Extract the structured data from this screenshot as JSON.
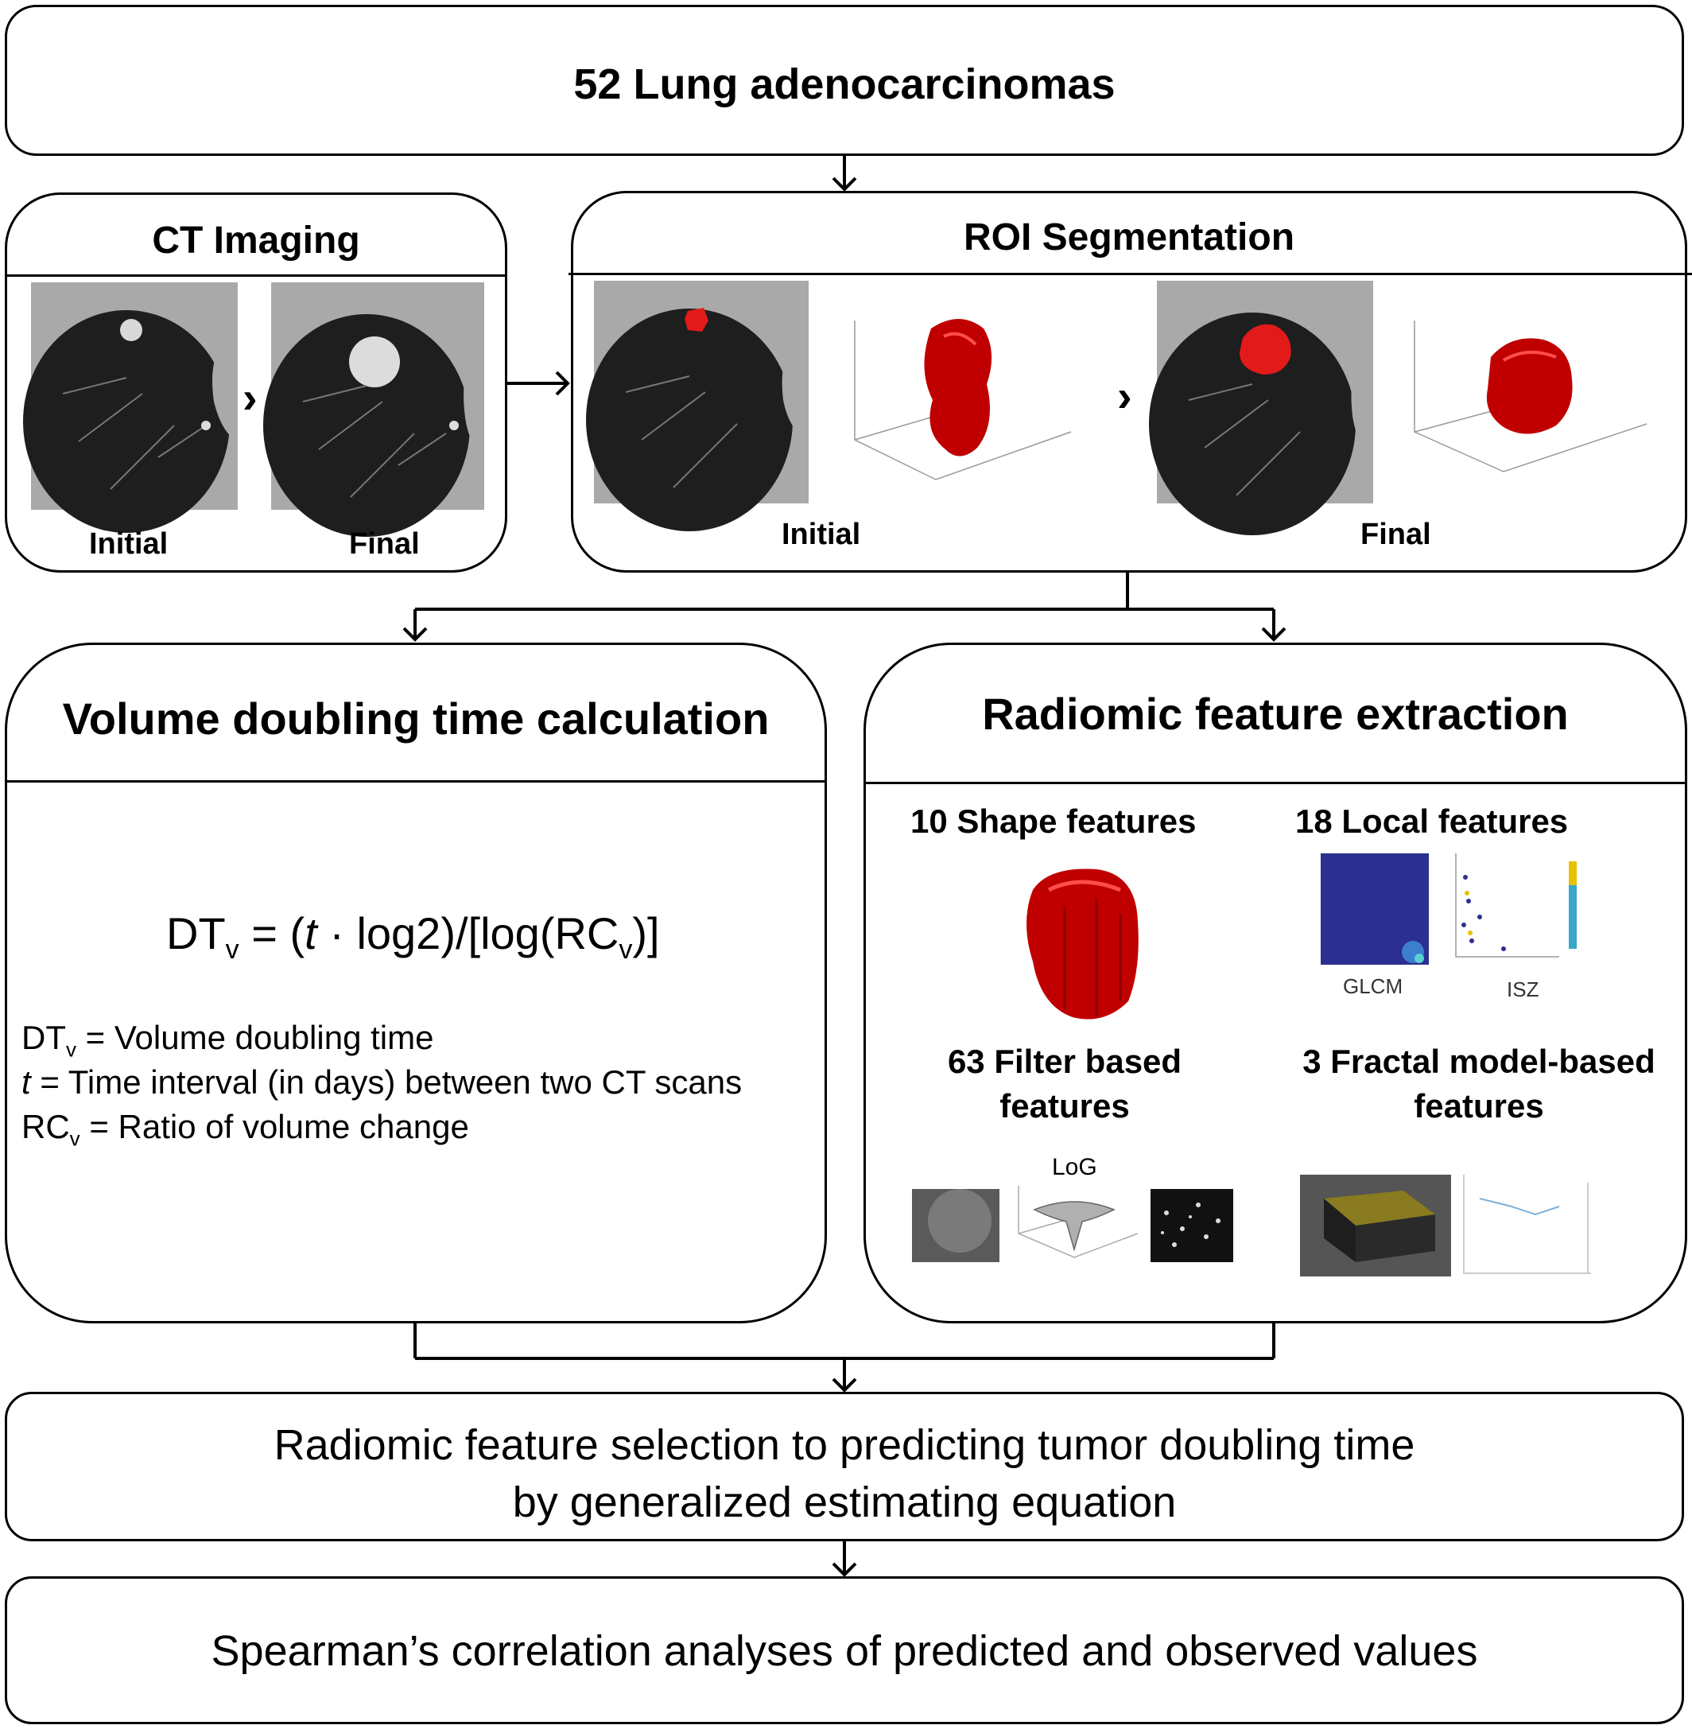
{
  "top": {
    "title": "52 Lung adenocarcinomas"
  },
  "ct": {
    "title": "CT Imaging",
    "initial": "Initial",
    "final": "Final",
    "sep": "›"
  },
  "roi": {
    "title": "ROI Segmentation",
    "initial": "Initial",
    "final": "Final",
    "sep": "›"
  },
  "vdt": {
    "title": "Volume doubling time calculation",
    "formula": {
      "lhs": "DT",
      "lhs_sub": "v",
      "eq": " = (",
      "t": "t",
      "mid": " · log2)/[log(RC",
      "sub2": "v",
      "end": ")]"
    },
    "def1": {
      "sym": "DT",
      "sub": "v",
      "text": " = Volume doubling time"
    },
    "def2": {
      "sym": "t",
      "text": " = Time interval (in days) between two CT scans"
    },
    "def3": {
      "sym": "RC",
      "sub": "v",
      "text": " = Ratio of volume change"
    }
  },
  "rfe": {
    "title": "Radiomic feature extraction",
    "shape": "10 Shape features",
    "local": "18 Local features",
    "glcm": "GLCM",
    "isz": "ISZ",
    "filter1": "63 Filter based",
    "filter2": "features",
    "log": "LoG",
    "fractal1": "3 Fractal model-based",
    "fractal2": "features"
  },
  "sel": {
    "line1": "Radiomic feature selection to predicting tumor doubling time",
    "line2": "by generalized estimating equation"
  },
  "spear": {
    "title": "Spearman’s correlation analyses of predicted and observed values"
  },
  "colors": {
    "tumor": "#cc0000",
    "border": "#000000"
  }
}
